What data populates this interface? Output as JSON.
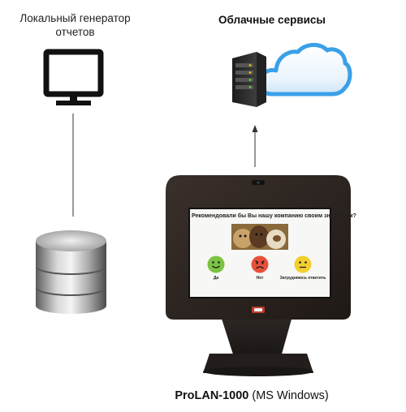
{
  "labels": {
    "local_generator_line1": "Локальный генератор",
    "local_generator_line2": "отчетов",
    "cloud_services": "Облачные сервисы"
  },
  "icons": {
    "monitor": "monitor-icon",
    "database": "database-icon",
    "server": "server-icon",
    "cloud": "cloud-icon",
    "terminal": "terminal-device"
  },
  "terminal_screen": {
    "question": "Рекомендовали бы Вы нашу компанию своим знакомым?",
    "options": [
      {
        "label": "Да",
        "mood": "happy",
        "color": "#7cc243"
      },
      {
        "label": "Нет",
        "mood": "sad",
        "color": "#e8503a"
      },
      {
        "label": "Затрудняюсь ответить",
        "mood": "neutral",
        "color": "#f2cf2f"
      }
    ]
  },
  "caption": {
    "model": "ProLAN-1000",
    "os": " (MS Windows)"
  },
  "colors": {
    "cloud": "#3aa0e8",
    "terminal_frame": "#2a221e",
    "connector_line": "#333333"
  }
}
